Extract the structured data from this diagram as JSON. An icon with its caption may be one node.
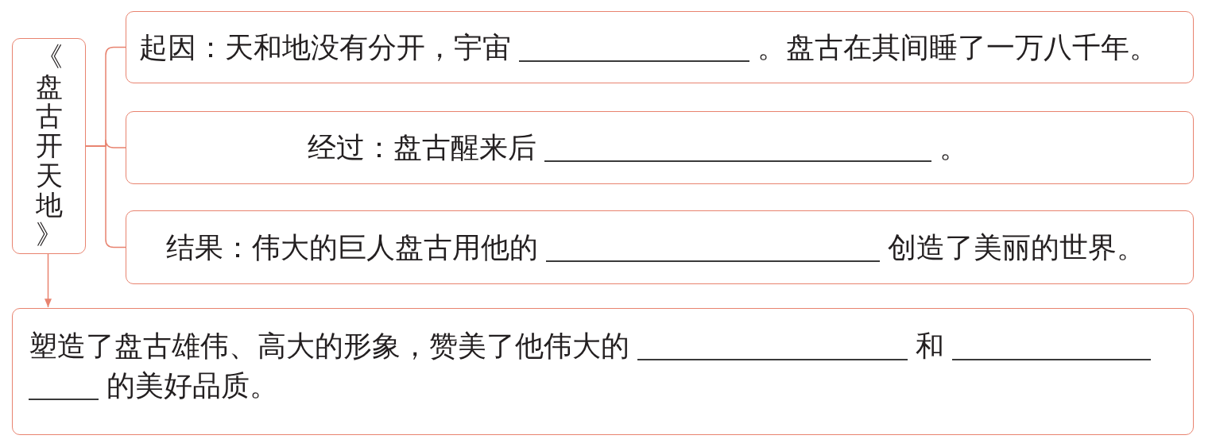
{
  "diagram": {
    "nodes": [
      {
        "text": [
          "《盘古开天地》"
        ]
      },
      {
        "text": [
          "起因：天和地没有分开，宇宙",
          "。盘古在其间睡了一万八千年。"
        ]
      },
      {
        "text": [
          "经过：盘古醒来后",
          "。"
        ]
      },
      {
        "text": [
          "结果：伟大的巨人盘古用他的",
          "创造了美丽的世界。"
        ]
      },
      {
        "text": [
          "塑造了盘古雄伟、高大的形象，赞美了他伟大的",
          "和",
          "的美好品质。"
        ]
      }
    ],
    "edges": [
      {
        "from": 0,
        "to": 1,
        "arrow": "none"
      },
      {
        "from": 0,
        "to": 2,
        "arrow": "none"
      },
      {
        "from": 0,
        "to": 3,
        "arrow": "none"
      },
      {
        "from": 0,
        "to": 4,
        "arrow": "to"
      }
    ]
  }
}
